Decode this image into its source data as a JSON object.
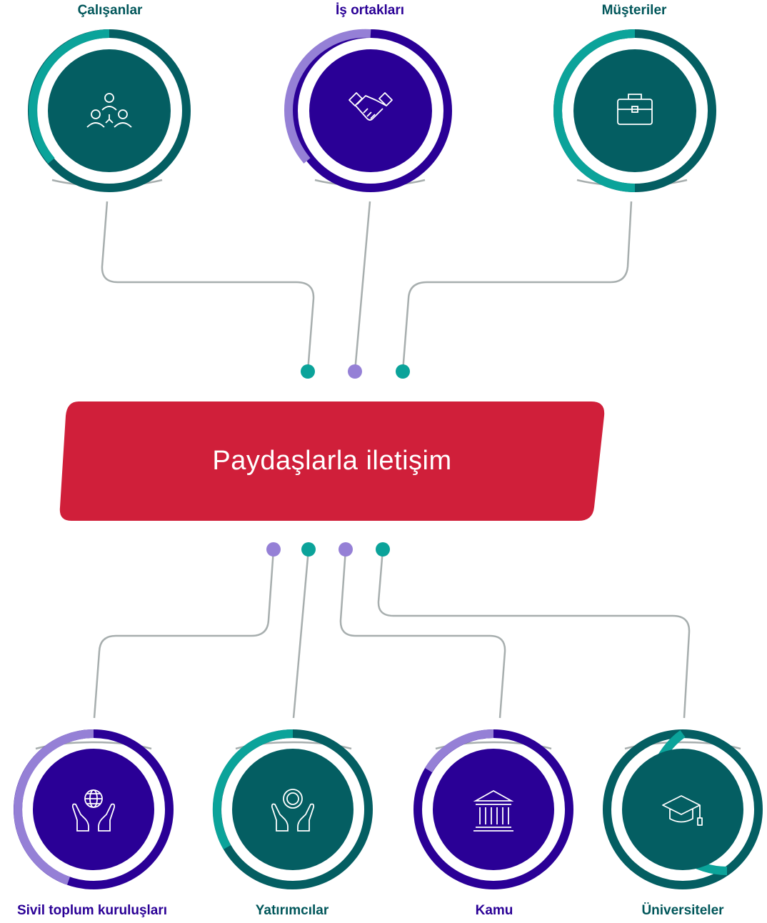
{
  "center": {
    "title": "Paydaşlarla iletişim",
    "color": "#D01F3A"
  },
  "colors": {
    "teal_dark": "#045E62",
    "teal_light": "#0BA39A",
    "purple_dark": "#2A0096",
    "purple_light": "#9580D6",
    "connector": "#A7AEAE",
    "teal_text": "#00565A",
    "purple_text": "#2A0096"
  },
  "top_nodes": [
    {
      "label": "Çalışanlar",
      "icon": "people-network-icon",
      "theme": "teal"
    },
    {
      "label": "İş ortakları",
      "icon": "handshake-icon",
      "theme": "purple"
    },
    {
      "label": "Müşteriler",
      "icon": "briefcase-icon",
      "theme": "teal"
    }
  ],
  "bottom_nodes": [
    {
      "label": "Sivil toplum kuruluşları",
      "icon": "hands-globe-icon",
      "theme": "purple"
    },
    {
      "label": "Yatırımcılar",
      "icon": "hands-coin-icon",
      "theme": "teal"
    },
    {
      "label": "Kamu",
      "icon": "government-building-icon",
      "theme": "purple"
    },
    {
      "label": "Üniversiteler",
      "icon": "graduation-cap-icon",
      "theme": "teal"
    }
  ]
}
